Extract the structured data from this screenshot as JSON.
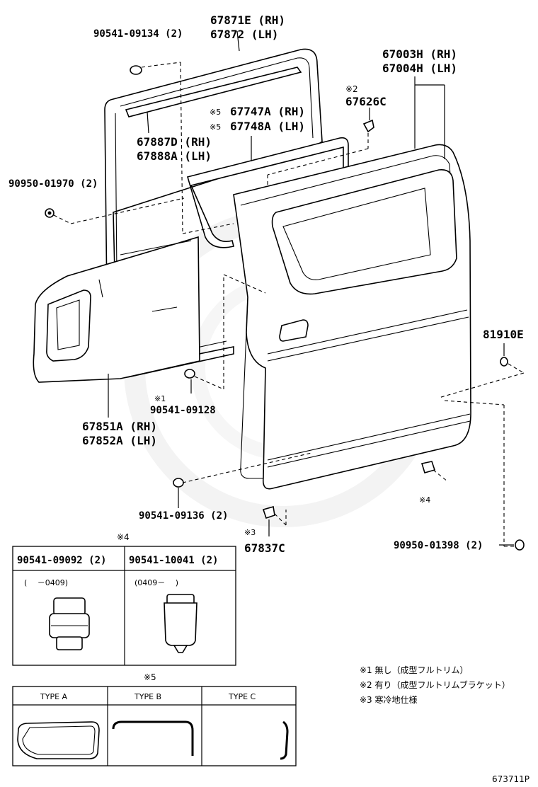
{
  "labels": {
    "p_90541_09134": "90541-09134 (2)",
    "p_67871e": "67871E (RH)",
    "p_67872": "67872 (LH)",
    "p_67003h": "67003H (RH)",
    "p_67004h": "67004H (LH)",
    "mark2_top": "※2",
    "p_67626c": "67626C",
    "p_67747a": "67747A (RH)",
    "p_67748a": "67748A (LH)",
    "mark5_a": "※5",
    "mark5_b": "※5",
    "p_67887d": "67887D (RH)",
    "p_67888a": "67888A (LH)",
    "p_90950_01970": "90950-01970 (2)",
    "p_81910e": "81910E",
    "mark1": "※1",
    "p_90541_09128": "90541-09128",
    "p_67851a": "67851A (RH)",
    "p_67852a": "67852A (LH)",
    "p_90541_09136": "90541-09136 (2)",
    "mark4_side": "※4",
    "mark3": "※3",
    "p_67837c": "67837C",
    "p_90950_01398": "90950-01398 (2)"
  },
  "box4": {
    "mark": "※4",
    "col1_part": "90541-09092 (2)",
    "col1_range": "(　  －0409)",
    "col2_part": "90541-10041 (2)",
    "col2_range": "(0409－　 )"
  },
  "box5": {
    "mark": "※5",
    "types": [
      "TYPE A",
      "TYPE B",
      "TYPE C"
    ]
  },
  "notes": [
    "※1 無し（成型フルトリム）",
    "※2 有り（成型フルトリムブラケット）",
    "※3 寒冷地仕様"
  ],
  "figure_id": "673711P"
}
